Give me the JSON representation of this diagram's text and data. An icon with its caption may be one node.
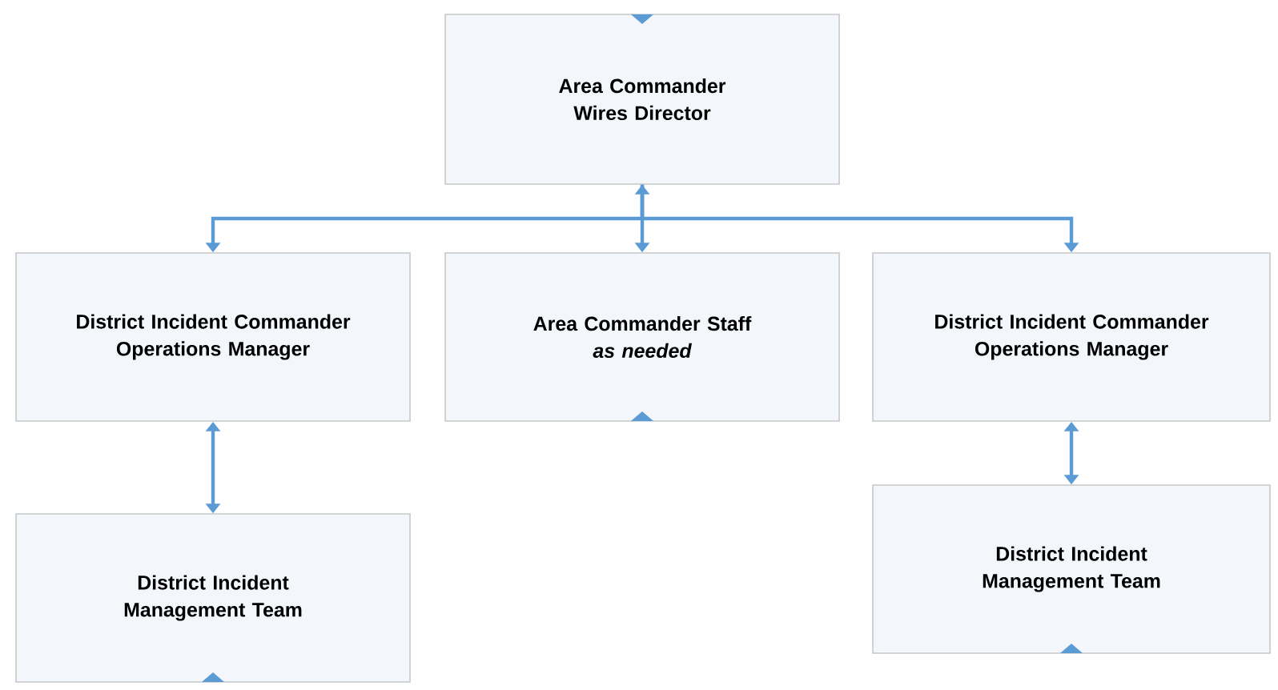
{
  "diagram": {
    "nodes": [
      {
        "text": [
          "Area Commander",
          "Wires Director"
        ]
      },
      {
        "text": [
          "District Incident Commander",
          "Operations Manager"
        ]
      },
      {
        "text": [
          "Area Commander Staff",
          "as needed"
        ]
      },
      {
        "text": [
          "District Incident Commander",
          "Operations Manager"
        ]
      },
      {
        "text": [
          "District Incident Management Team"
        ]
      },
      {
        "text": [
          "District Incident Management Team"
        ]
      }
    ],
    "edges": [
      {
        "from": 0,
        "to": 1,
        "arrow": "to"
      },
      {
        "from": 0,
        "to": 2,
        "arrow": "both"
      },
      {
        "from": 0,
        "to": 3,
        "arrow": "to"
      },
      {
        "from": 1,
        "to": 4,
        "arrow": "both"
      },
      {
        "from": 3,
        "to": 5,
        "arrow": "both"
      }
    ]
  }
}
